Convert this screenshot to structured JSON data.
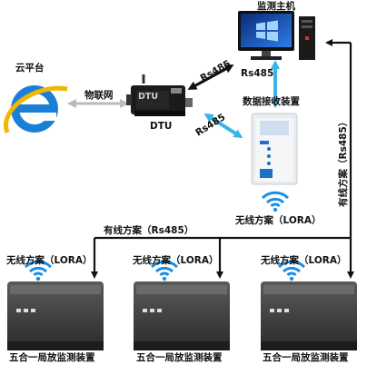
{
  "cloud": {
    "label": "云平台"
  },
  "iot_link": {
    "label": "物联网"
  },
  "dtu": {
    "label": "DTU",
    "case_text": "DTU"
  },
  "monitor_host": {
    "label": "监测主机"
  },
  "receiver": {
    "label": "数据接收装置"
  },
  "links": {
    "dtu_to_host": "Rs485",
    "host_to_receiver": "Rs485",
    "dtu_to_receiver": "Rs485",
    "wired_vertical": "有线方案（Rs485）",
    "wired_horizontal": "有线方案（Rs485）",
    "receiver_wireless": "无线方案（LORA）"
  },
  "devices": [
    {
      "wireless_label": "无线方案（LORA）",
      "name": "五合一局放监测装置"
    },
    {
      "wireless_label": "无线方案（LORA）",
      "name": "五合一局放监测装置"
    },
    {
      "wireless_label": "无线方案（LORA）",
      "name": "五合一局放监测装置"
    }
  ],
  "colors": {
    "wire": "#111111",
    "wifi": "#1e8fe6",
    "arrow_cyan": "#35b6e6",
    "ie_blue": "#1a7fd6"
  }
}
